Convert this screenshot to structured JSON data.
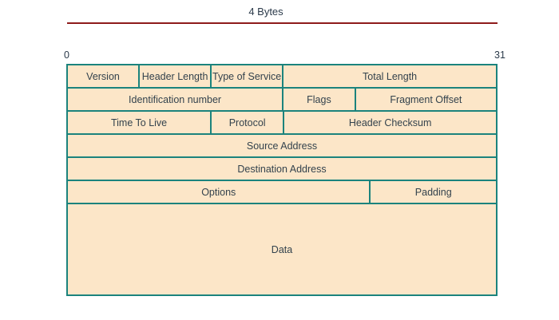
{
  "title": {
    "label": "4 Bytes"
  },
  "ruler": {
    "start_bit": "0",
    "end_bit": "31"
  },
  "colors": {
    "rule_line": "#8e1b1b",
    "table_border": "#1b837d",
    "cell_background": "#fce6c8",
    "cell_text": "#33424d",
    "label_text": "#2b3a4a"
  },
  "diagram": {
    "rows": [
      {
        "cells": [
          {
            "label": "Version"
          },
          {
            "label": "Header Length"
          },
          {
            "label": "Type of Service"
          },
          {
            "label": "Total Length"
          }
        ]
      },
      {
        "cells": [
          {
            "label": "Identification number"
          },
          {
            "label": "Flags"
          },
          {
            "label": "Fragment Offset"
          }
        ]
      },
      {
        "cells": [
          {
            "label": "Time To Live"
          },
          {
            "label": "Protocol"
          },
          {
            "label": "Header Checksum"
          }
        ]
      },
      {
        "cells": [
          {
            "label": "Source Address"
          }
        ]
      },
      {
        "cells": [
          {
            "label": "Destination Address"
          }
        ]
      },
      {
        "cells": [
          {
            "label": "Options"
          },
          {
            "label": "Padding"
          }
        ]
      },
      {
        "cells": [
          {
            "label": "Data"
          }
        ]
      }
    ]
  }
}
